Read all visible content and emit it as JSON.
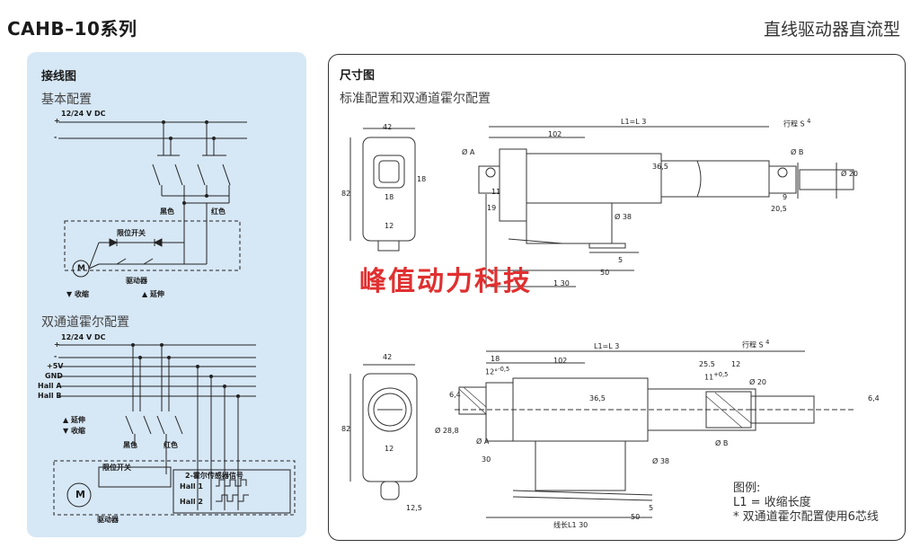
{
  "header": {
    "series_title": "CAHB–10系列",
    "category": "直线驱动器直流型"
  },
  "wiring": {
    "title": "接线图",
    "basic_config": "基本配置",
    "basic": {
      "supply": "12/24 V DC",
      "plus": "+",
      "minus": "-",
      "black": "黑色",
      "red": "红色",
      "limit_switch": "限位开关",
      "motor": "M",
      "driver": "驱动器",
      "retract": "收缩",
      "extend": "延伸"
    },
    "dual_hall_config": "双通道霍尔配置",
    "hall": {
      "supply": "12/24 V DC",
      "plus": "+",
      "minus": "-",
      "v5": "+5V",
      "gnd": "GND",
      "hall_a": "Hall A",
      "hall_b": "Hall B",
      "extend": "延伸",
      "retract": "收缩",
      "black": "黑色",
      "red": "红色",
      "limit_switch": "限位开关",
      "sensor_signal": "2-霍尔传感器信号",
      "hall1": "Hall 1",
      "hall2": "Hall 2",
      "motor": "M",
      "driver": "驱动器"
    }
  },
  "dimensions": {
    "title": "尺寸图",
    "subtitle": "标准配置和双通道霍尔配置",
    "top": {
      "d42": "42",
      "d82": "82",
      "d18a": "18",
      "d18b": "18",
      "d12": "12",
      "l1": "L1=L 3",
      "d102": "102",
      "stroke": "行程 S",
      "stroke_sup": "4",
      "phiA": "Ø A",
      "phiB": "Ø B",
      "d365": "36,5",
      "d11": "11",
      "d19": "19",
      "d38": "Ø 38",
      "d9": "9",
      "d205": "20,5",
      "d20": "Ø 20",
      "d5": "5",
      "d50": "50",
      "d30": "1 30"
    },
    "bottom": {
      "d42": "42",
      "d82": "82",
      "d12": "12",
      "d64a": "6,4",
      "d288": "Ø 28,8",
      "d125": "12,5",
      "d18": "18",
      "d12deg": "12°",
      "d12sup": "-0,5",
      "l1": "L1=L 3",
      "d102": "102",
      "stroke": "行程 S",
      "stroke_sup": "4",
      "d255": "25.5",
      "d12b": "12",
      "d11": "11",
      "d11sup": "+0,5",
      "d20": "Ø 20",
      "d64b": "6,4",
      "d365": "36,5",
      "phiA": "Ø A",
      "phiB": "Ø B",
      "d30": "30",
      "d38": "Ø 38",
      "d5": "5",
      "d50": "50",
      "cable": "线长L1 30"
    }
  },
  "legend": {
    "title": "图例:",
    "l1": "L1 = 收缩长度",
    "note": "* 双通道霍尔配置使用6芯线"
  },
  "watermark": "峰值动力科技"
}
